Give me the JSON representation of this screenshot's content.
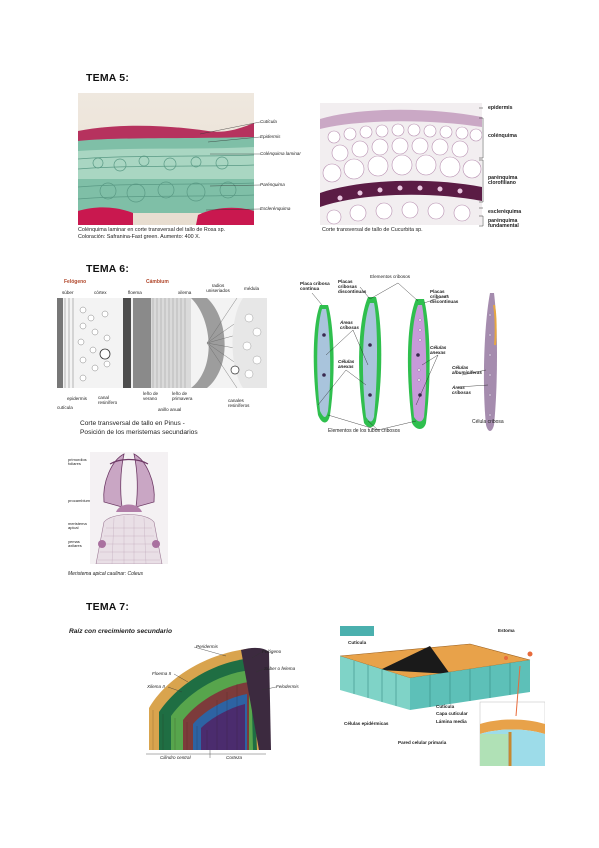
{
  "tema5": {
    "heading": "TEMA 5:",
    "fig1": {
      "labels": [
        "Cutícula",
        "Epidermis",
        "Colénquima laminar",
        "Parénquima",
        "Esclerénquima"
      ],
      "caption_line1": "Colénquima laminar en corte transversal del tallo de Rosa sp.",
      "caption_line2": "Coloración: Safranina-Fast green. Aumento: 400 X."
    },
    "fig2": {
      "labels": [
        "epidermis",
        "colénquima",
        "parénquima clorofiliano",
        "escleréquima",
        "parénquima fundamental"
      ],
      "caption": "Corte transversal de tallo de Cucurbita sp."
    }
  },
  "tema6": {
    "heading": "TEMA 6:",
    "fig1": {
      "top_labels": [
        "Felógeno",
        "Cámbium",
        "súber",
        "córtex",
        "floema",
        "xilema",
        "radios uniseriados",
        "médula"
      ],
      "bottom_labels": [
        "epidermis",
        "cutícula",
        "canal resinífero",
        "leño de verano",
        "leño de primavera",
        "anillo anual",
        "canales resiníferos"
      ],
      "caption_line1": "Corte transversal de tallo en Pinus -",
      "caption_line2": "Posición de los meristemas secundarios"
    },
    "fig2": {
      "labels": [
        "Elementos cribosos",
        "Placa cribosa contínua",
        "Placas cribosas discontinuas",
        "Placas cribosas discontinuas",
        "Áreas cribosas",
        "Células anexas",
        "Células anexas",
        "Células albuminíferas",
        "Áreas cribosas",
        "Célula cribosa"
      ],
      "caption": "Elementos de los tubos cribosos"
    },
    "fig3": {
      "labels": [
        "primordios foliares",
        "procambium",
        "meristema apical",
        "yemas axilares"
      ],
      "caption": "Meristema apical caulinar: Coleus"
    }
  },
  "tema7": {
    "heading": "TEMA 7:",
    "fig1": {
      "title": "Raíz con crecimiento secundario",
      "labels": [
        "Peridermis",
        "Felógeno",
        "Súber o felema",
        "Floema II",
        "Xilema II",
        "Felodermis",
        "Cilindro central",
        "Corteza"
      ]
    },
    "fig2": {
      "labels": [
        "Cutícula",
        "Estoma",
        "Cutícula",
        "Capa cuticular",
        "Lámina media",
        "Células epidérmicas",
        "Pared celular primaria"
      ]
    }
  }
}
